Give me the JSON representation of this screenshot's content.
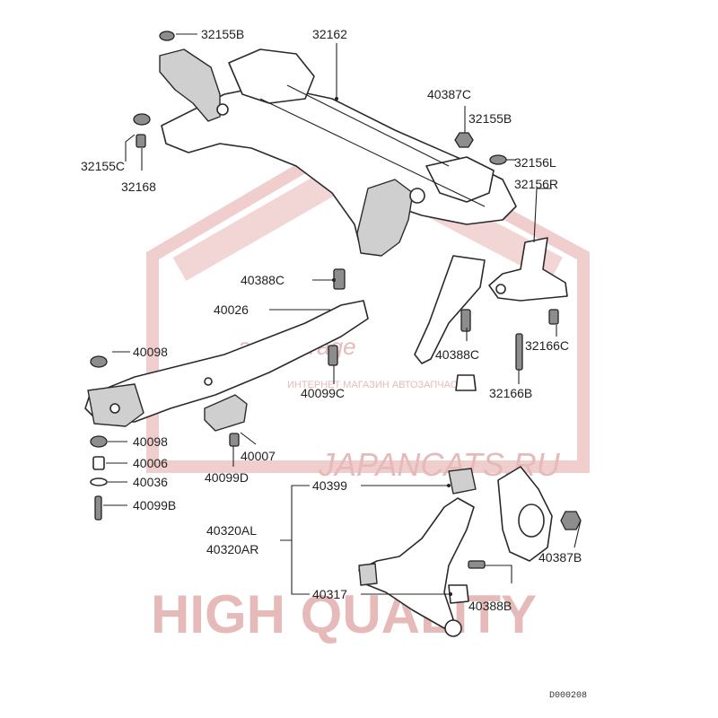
{
  "watermark": {
    "brand_line": "JAPANCATS.RU",
    "tagline": "HIGH QUALITY",
    "store_line": "ИНТЕРНЕТ МАГАЗИН АВТОЗАПЧАСТЕЙ",
    "garage_logo": "autogarage",
    "color": "#e5b3b3"
  },
  "labels": {
    "p32155B_top": "32155B",
    "p32162": "32162",
    "p32155C": "32155C",
    "p32168": "32168",
    "p40387C": "40387C",
    "p32155B_right": "32155B",
    "p32156L": "32156L",
    "p32156R": "32156R",
    "p40388C_top": "40388C",
    "p40026": "40026",
    "p40098_top": "40098",
    "p40388C_mid": "40388C",
    "p32166C": "32166C",
    "p40099C": "40099C",
    "p32166B": "32166B",
    "p40098_bot": "40098",
    "p40007": "40007",
    "p40006": "40006",
    "p40099D": "40099D",
    "p40036": "40036",
    "p40399": "40399",
    "p40099B": "40099B",
    "p40320AL": "40320AL",
    "p40320AR": "40320AR",
    "p40387B": "40387B",
    "p40317": "40317",
    "p40388B": "40388B",
    "diagram_code": "D000208"
  }
}
